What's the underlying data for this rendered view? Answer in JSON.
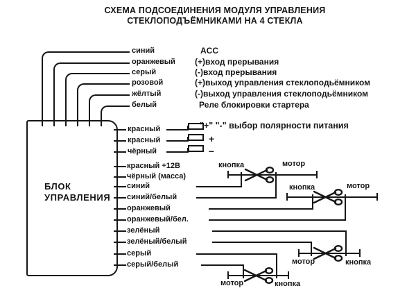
{
  "title": {
    "line1": "СХЕМА ПОДСОЕДИНЕНИЯ МОДУЛЯ УПРАВЛЕНИЯ",
    "line2": "СТЕКЛОПОДЪЁМНИКАМИ НА 4 СТЕКЛА"
  },
  "control_unit": {
    "line1": "БЛОК",
    "line2": "УПРАВЛЕНИЯ"
  },
  "top_wires": [
    {
      "color": "синий",
      "description": "ACC"
    },
    {
      "color": "оранжевый",
      "description": "(+)вход прерывания"
    },
    {
      "color": "серый",
      "description": "(-)вход прерывания"
    },
    {
      "color": "розовой",
      "description": "(+)выход управления стеклоподьёмником"
    },
    {
      "color": "жёлтый",
      "description": "(-)выход управления стеклоподьёмником"
    },
    {
      "color": "белый",
      "description": "Реле блокировки стартера"
    }
  ],
  "polarity": {
    "header": "\"+\" \"-\" выбор полярности питания",
    "rows": [
      {
        "color": "красный",
        "sign": ""
      },
      {
        "color": "красный",
        "sign": "+"
      },
      {
        "color": "чёрный",
        "sign": "–"
      }
    ]
  },
  "module_wires": [
    {
      "label": "красный +12В"
    },
    {
      "label": "чёрный (масса)"
    },
    {
      "label": "синий"
    },
    {
      "label": "синий/белый"
    },
    {
      "label": "оранжевый"
    },
    {
      "label": "оранжевый/бел."
    },
    {
      "label": "зелёный"
    },
    {
      "label": "зелёный/белый"
    },
    {
      "label": "серый"
    },
    {
      "label": "серый/белый"
    }
  ],
  "window_circuits": [
    {
      "left_label": "кнопка",
      "right_label": "мотор"
    },
    {
      "left_label": "кнопка",
      "right_label": "мотор"
    },
    {
      "left_label": "мотор",
      "right_label": "кнопка"
    },
    {
      "left_label": "мотор",
      "right_label": "кнопка"
    }
  ],
  "ink_color": "#161616"
}
